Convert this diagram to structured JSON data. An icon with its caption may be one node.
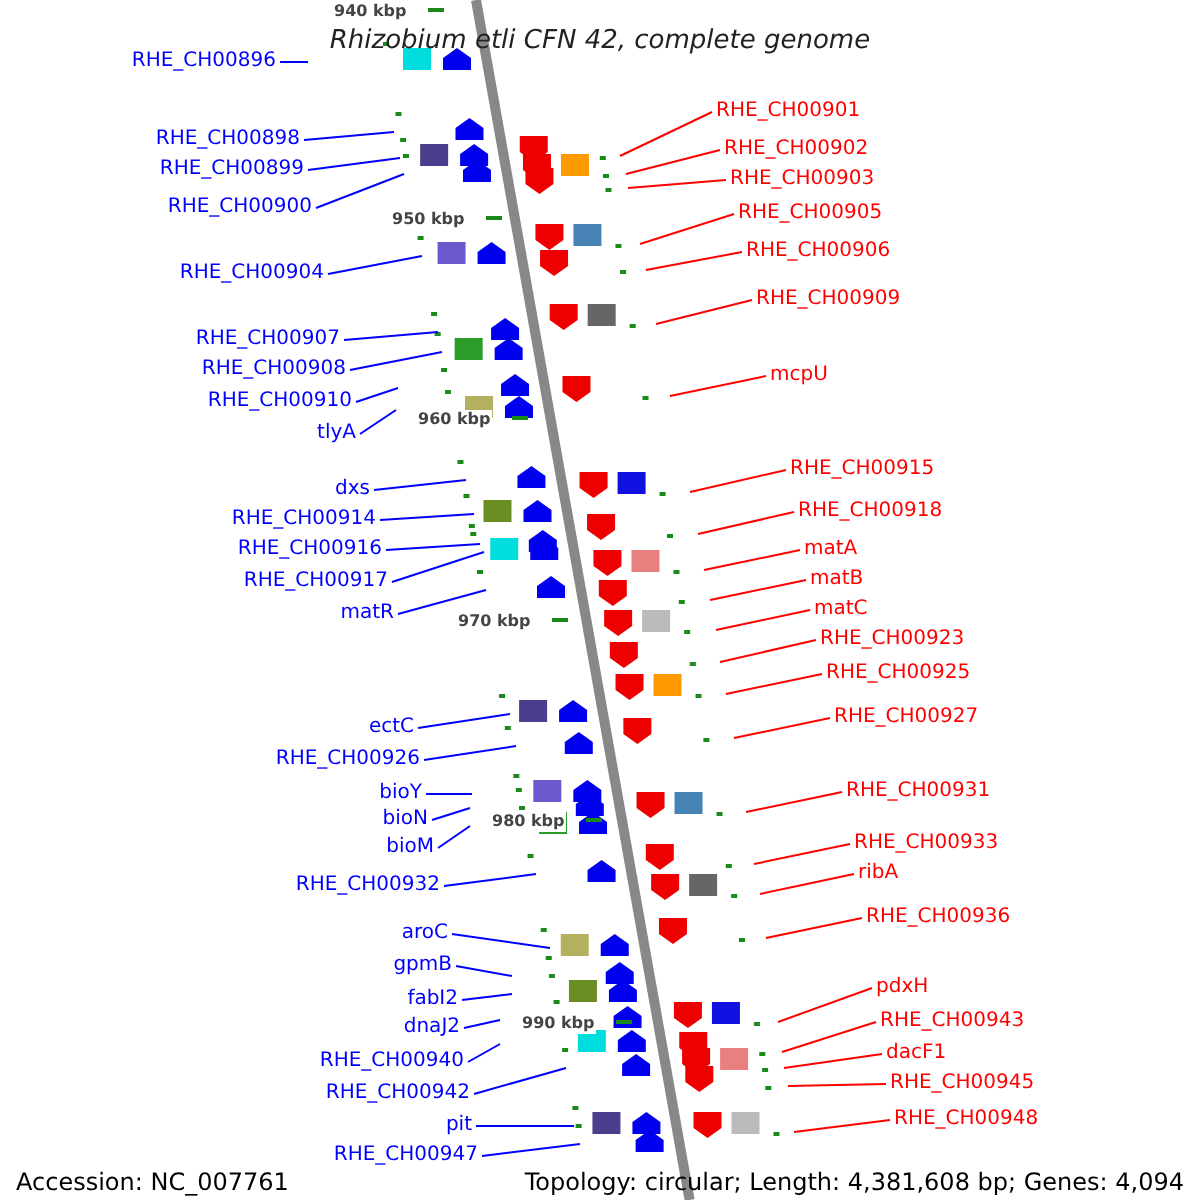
{
  "diagram": {
    "title": "Rhizobium etli CFN 42, complete genome",
    "nodes": [
      {
        "text": [
          "RHE_CH00896"
        ]
      },
      {
        "text": [
          "RHE_CH00898"
        ]
      },
      {
        "text": [
          "RHE_CH00899"
        ]
      },
      {
        "text": [
          "RHE_CH00900"
        ]
      },
      {
        "text": [
          "RHE_CH00904"
        ]
      },
      {
        "text": [
          "RHE_CH00907"
        ]
      },
      {
        "text": [
          "RHE_CH00908"
        ]
      },
      {
        "text": [
          "RHE_CH00910"
        ]
      },
      {
        "text": [
          "tlyA"
        ]
      },
      {
        "text": [
          "dxs"
        ]
      },
      {
        "text": [
          "RHE_CH00914"
        ]
      },
      {
        "text": [
          "RHE_CH00916"
        ]
      },
      {
        "text": [
          "RHE_CH00917"
        ]
      },
      {
        "text": [
          "matR"
        ]
      },
      {
        "text": [
          "ectC"
        ]
      },
      {
        "text": [
          "RHE_CH00926"
        ]
      },
      {
        "text": [
          "bioY"
        ]
      },
      {
        "text": [
          "bioN"
        ]
      },
      {
        "text": [
          "bioM"
        ]
      },
      {
        "text": [
          "RHE_CH00932"
        ]
      },
      {
        "text": [
          "aroC"
        ]
      },
      {
        "text": [
          "gpmB"
        ]
      },
      {
        "text": [
          "fabI2"
        ]
      },
      {
        "text": [
          "dnaJ2"
        ]
      },
      {
        "text": [
          "RHE_CH00940"
        ]
      },
      {
        "text": [
          "RHE_CH00942"
        ]
      },
      {
        "text": [
          "pit"
        ]
      },
      {
        "text": [
          "RHE_CH00947"
        ]
      },
      {
        "text": [
          "RHE_CH00901"
        ]
      },
      {
        "text": [
          "RHE_CH00902"
        ]
      },
      {
        "text": [
          "RHE_CH00903"
        ]
      },
      {
        "text": [
          "RHE_CH00905"
        ]
      },
      {
        "text": [
          "RHE_CH00906"
        ]
      },
      {
        "text": [
          "RHE_CH00909"
        ]
      },
      {
        "text": [
          "mcpU"
        ]
      },
      {
        "text": [
          "RHE_CH00915"
        ]
      },
      {
        "text": [
          "RHE_CH00918"
        ]
      },
      {
        "text": [
          "matA"
        ]
      },
      {
        "text": [
          "matB"
        ]
      },
      {
        "text": [
          "matC"
        ]
      },
      {
        "text": [
          "RHE_CH00923"
        ]
      },
      {
        "text": [
          "RHE_CH00925"
        ]
      },
      {
        "text": [
          "RHE_CH00927"
        ]
      },
      {
        "text": [
          "RHE_CH00931"
        ]
      },
      {
        "text": [
          "RHE_CH00933"
        ]
      },
      {
        "text": [
          "ribA"
        ]
      },
      {
        "text": [
          "RHE_CH00936"
        ]
      },
      {
        "text": [
          "pdxH"
        ]
      },
      {
        "text": [
          "RHE_CH00943"
        ]
      },
      {
        "text": [
          "dacF1"
        ]
      },
      {
        "text": [
          "RHE_CH00945"
        ]
      },
      {
        "text": [
          "RHE_CH00948"
        ]
      }
    ],
    "edges": [
      {
        "from": 0,
        "to": null,
        "arrow": "none"
      },
      {
        "from": 1,
        "to": null,
        "arrow": "none"
      },
      {
        "from": 2,
        "to": null,
        "arrow": "none"
      },
      {
        "from": 3,
        "to": null,
        "arrow": "none"
      },
      {
        "from": 4,
        "to": null,
        "arrow": "none"
      },
      {
        "from": 5,
        "to": null,
        "arrow": "none"
      },
      {
        "from": 6,
        "to": null,
        "arrow": "none"
      },
      {
        "from": 7,
        "to": null,
        "arrow": "none"
      },
      {
        "from": 8,
        "to": null,
        "arrow": "none"
      },
      {
        "from": 9,
        "to": null,
        "arrow": "none"
      },
      {
        "from": 10,
        "to": null,
        "arrow": "none"
      },
      {
        "from": 11,
        "to": null,
        "arrow": "none"
      },
      {
        "from": 12,
        "to": null,
        "arrow": "none"
      },
      {
        "from": 13,
        "to": null,
        "arrow": "none"
      },
      {
        "from": 14,
        "to": null,
        "arrow": "none"
      },
      {
        "from": 15,
        "to": null,
        "arrow": "none"
      },
      {
        "from": 16,
        "to": null,
        "arrow": "none"
      },
      {
        "from": 17,
        "to": null,
        "arrow": "none"
      },
      {
        "from": 18,
        "to": null,
        "arrow": "none"
      },
      {
        "from": 19,
        "to": null,
        "arrow": "none"
      },
      {
        "from": 20,
        "to": null,
        "arrow": "none"
      },
      {
        "from": 21,
        "to": null,
        "arrow": "none"
      },
      {
        "from": 22,
        "to": null,
        "arrow": "none"
      },
      {
        "from": 23,
        "to": null,
        "arrow": "none"
      },
      {
        "from": 24,
        "to": null,
        "arrow": "none"
      },
      {
        "from": 25,
        "to": null,
        "arrow": "none"
      },
      {
        "from": 26,
        "to": null,
        "arrow": "none"
      },
      {
        "from": 27,
        "to": null,
        "arrow": "none"
      },
      {
        "from": 28,
        "to": null,
        "arrow": "none",
        "color": "#ff0000"
      },
      {
        "from": 29,
        "to": null,
        "arrow": "none",
        "color": "#ff0000"
      },
      {
        "from": 30,
        "to": null,
        "arrow": "none",
        "color": "#ff0000"
      },
      {
        "from": 31,
        "to": null,
        "arrow": "none",
        "color": "#ff0000"
      },
      {
        "from": 32,
        "to": null,
        "arrow": "none",
        "color": "#ff0000"
      },
      {
        "from": 33,
        "to": null,
        "arrow": "none",
        "color": "#ff0000"
      },
      {
        "from": 34,
        "to": null,
        "arrow": "none",
        "color": "#ff0000"
      },
      {
        "from": 35,
        "to": null,
        "arrow": "none",
        "color": "#ff0000"
      },
      {
        "from": 36,
        "to": null,
        "arrow": "none",
        "color": "#ff0000"
      },
      {
        "from": 37,
        "to": null,
        "arrow": "none",
        "color": "#ff0000"
      },
      {
        "from": 38,
        "to": null,
        "arrow": "none",
        "color": "#ff0000"
      },
      {
        "from": 39,
        "to": null,
        "arrow": "none",
        "color": "#ff0000"
      },
      {
        "from": 40,
        "to": null,
        "arrow": "none",
        "color": "#ff0000"
      },
      {
        "from": 41,
        "to": null,
        "arrow": "none",
        "color": "#ff0000"
      },
      {
        "from": 42,
        "to": null,
        "arrow": "none",
        "color": "#ff0000"
      },
      {
        "from": 43,
        "to": null,
        "arrow": "none",
        "color": "#ff0000"
      },
      {
        "from": 44,
        "to": null,
        "arrow": "none",
        "color": "#ff0000"
      },
      {
        "from": 45,
        "to": null,
        "arrow": "none",
        "color": "#ff0000"
      },
      {
        "from": 46,
        "to": null,
        "arrow": "none",
        "color": "#ff0000"
      },
      {
        "from": 47,
        "to": null,
        "arrow": "none",
        "color": "#ff0000"
      },
      {
        "from": 48,
        "to": null,
        "arrow": "none",
        "color": "#ff0000"
      },
      {
        "from": 49,
        "to": null,
        "arrow": "none",
        "color": "#ff0000"
      },
      {
        "from": 50,
        "to": null,
        "arrow": "none",
        "color": "#ff0000"
      },
      {
        "from": 51,
        "to": null,
        "arrow": "none",
        "color": "#ff0000"
      }
    ],
    "labels": [
      "940 kbp",
      "950 kbp",
      "960 kbp",
      "970 kbp",
      "980 kbp",
      "990 kbp",
      "Accession: NC_007761",
      "Topology: circular; Length: 4,381,608 bp; Genes: 4,094"
    ]
  }
}
